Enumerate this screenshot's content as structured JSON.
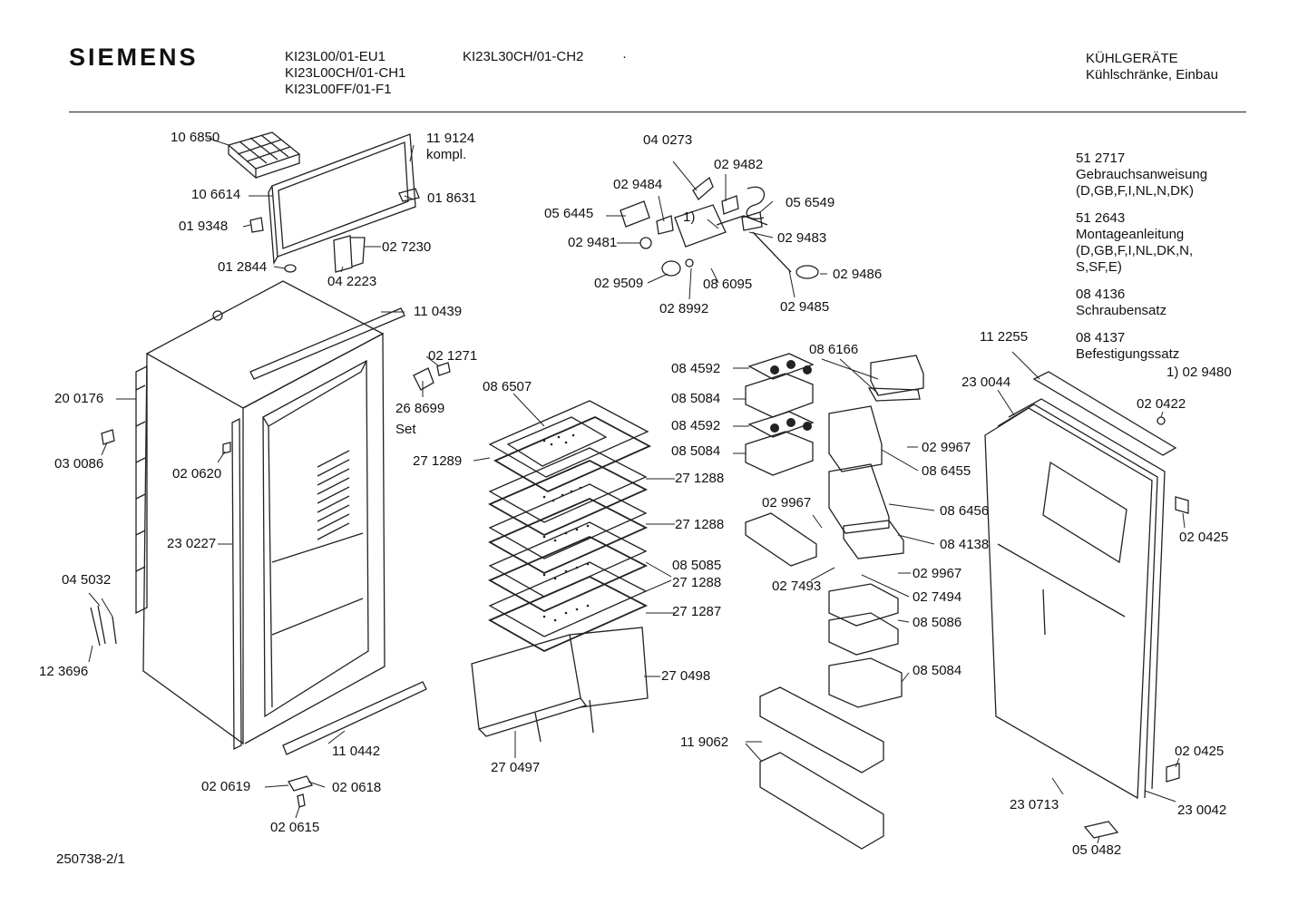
{
  "header": {
    "brand": "SIEMENS",
    "models_col1": [
      "KI23L00/01-EU1",
      "KI23L00CH/01-CH1",
      "KI23L00FF/01-F1"
    ],
    "models_col2": "KI23L30CH/01-CH2",
    "category_title": "KÜHLGERÄTE",
    "category_subtitle": "Kühlschränke, Einbau"
  },
  "notes": [
    {
      "part": "51 2717",
      "text": [
        "Gebrauchsanweisung",
        "(D,GB,F,I,NL,N,DK)"
      ]
    },
    {
      "part": "51 2643",
      "text": [
        "Montageanleitung",
        "(D,GB,F,I,NL,DK,N,",
        "S,SF,E)"
      ]
    },
    {
      "part": "08 4136",
      "text": [
        "Schraubensatz"
      ]
    },
    {
      "part": "08 4137",
      "text": [
        "Befestigungssatz"
      ]
    }
  ],
  "footnote": "1) 02 9480",
  "document_number": "250738-2/1",
  "part_labels": [
    "10 6850",
    "11 9124",
    "kompl.",
    "10 6614",
    "01 8631",
    "01 9348",
    "02 7230",
    "01 2844",
    "04 2223",
    "11 0439",
    "02 1271",
    "26 8699",
    "Set",
    "20 0176",
    "03 0086",
    "02 0620",
    "23 0227",
    "04 5032",
    "12 3696",
    "11 0442",
    "02 0619",
    "02 0618",
    "02 0615",
    "04 0273",
    "02 9482",
    "02 9484",
    "05 6549",
    "05 6445",
    "1)",
    "02 9481",
    "02 9483",
    "02 9509",
    "08 6095",
    "02 9486",
    "02 8992",
    "02 9485",
    "08 6507",
    "27 1289",
    "27 1288",
    "27 1288",
    "27 1288",
    "27 1287",
    "27 0498",
    "27 0497",
    "08 4592",
    "08 5084",
    "08 4592",
    "08 5084",
    "08 6166",
    "02 9967",
    "08 6455",
    "02 9967",
    "08 6456",
    "08 4138",
    "08 5085",
    "02 9967",
    "02 7493",
    "02 7494",
    "08 5086",
    "08 5084",
    "11 9062",
    "11 2255",
    "23 0044",
    "02 0422",
    "02 0425",
    "02 0425",
    "23 0713",
    "23 0042",
    "05 0482"
  ]
}
